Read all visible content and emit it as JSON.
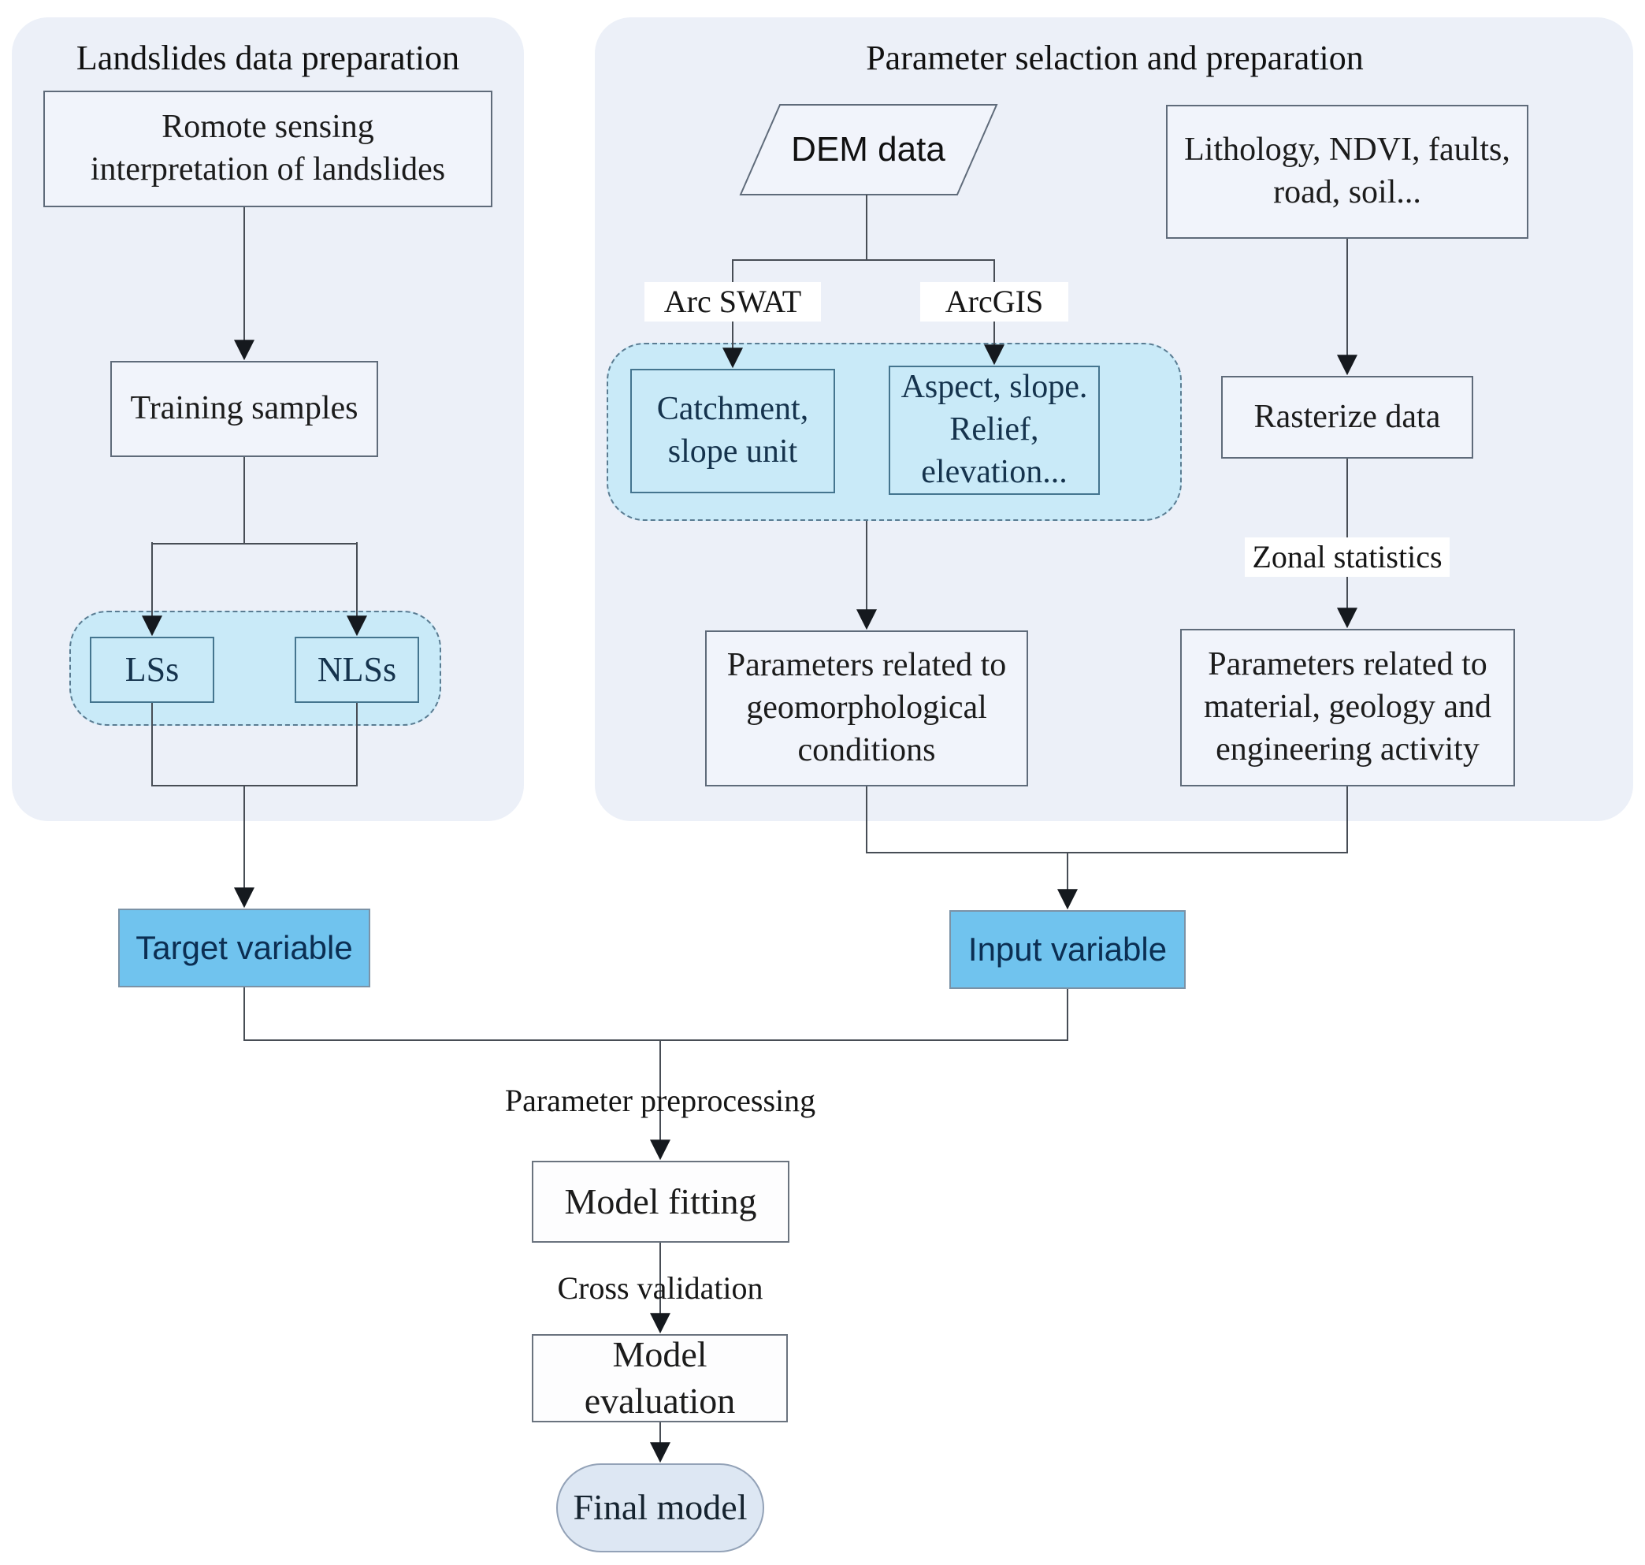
{
  "colors": {
    "panel_fill": "#ecf0f8",
    "container_fill": "#c9eaf8",
    "highlight_fill": "#70c3ee",
    "final_fill": "#dde7f3"
  },
  "left_panel": {
    "title": "Landslides data preparation",
    "remote_sensing_box": [
      "Romote sensing",
      "interpretation of landslides"
    ],
    "training_samples_box": "Training samples",
    "lss_box": "LSs",
    "nlss_box": "NLSs"
  },
  "target_variable_box": "Target variable",
  "right_panel": {
    "title": "Parameter selaction and preparation",
    "dem_data": "DEM data",
    "arc_swat_label": "Arc SWAT",
    "arcgis_label": "ArcGIS",
    "catchment_box": [
      "Catchment,",
      "slope unit"
    ],
    "aspect_box": [
      "Aspect, slope.",
      "Relief,",
      "elevation..."
    ],
    "lithology_box": [
      "Lithology, NDVI, faults,",
      "road, soil..."
    ],
    "rasterize_box": "Rasterize data",
    "zonal_statistics_label": "Zonal statistics",
    "geomorphological_box": [
      "Parameters related to",
      "geomorphological",
      "conditions"
    ],
    "material_box": [
      "Parameters related to",
      "material, geology and",
      "engineering activity"
    ]
  },
  "input_variable_box": "Input variable",
  "bottom_flow": {
    "parameter_preprocessing_label": "Parameter preprocessing",
    "model_fitting_box": "Model fitting",
    "cross_validation_label": "Cross validation",
    "model_evaluation_box": "Model evaluation",
    "final_model_box": "Final model"
  }
}
